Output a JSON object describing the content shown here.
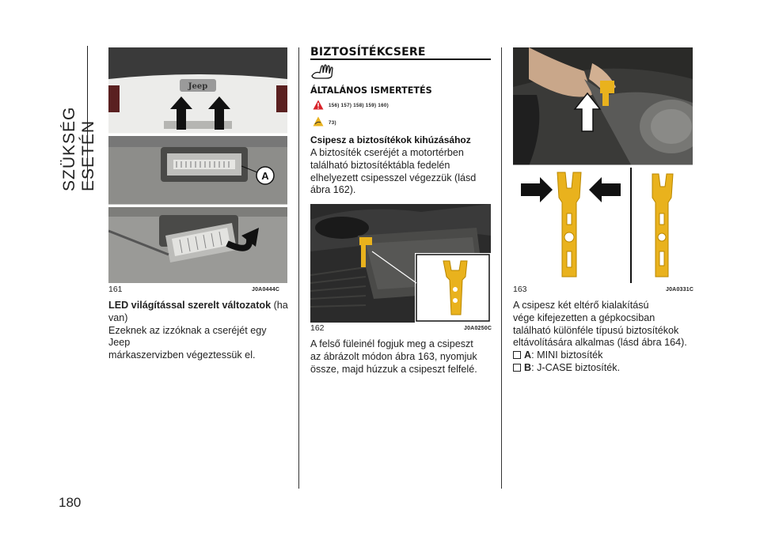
{
  "sidebar": {
    "section_title": "SZÜKSÉG ESETÉN",
    "page_number": "180"
  },
  "col1": {
    "figure": {
      "number": "161",
      "code": "J0A0444C",
      "label_a": "A",
      "badge_text": "Jeep"
    },
    "heading_bold": "LED világítással szerelt változatok",
    "heading_rest": " (ha van)",
    "paragraph": [
      "Ezeknek az izzóknak a cseréjét egy Jeep",
      "márkaszervizben végeztessük el."
    ]
  },
  "col2": {
    "title": "BIZTOSÍTÉKCSERE",
    "subtitle": "ÁLTALÁNOS ISMERTETÉS",
    "warning_refs": "156)  157)  158)  159)  160)",
    "note_refs": "73)",
    "subheading": "Csipesz a biztosítékok kihúzásához",
    "paragraph1": [
      "A biztosíték cseréjét a motortérben",
      "található biztosítéktábla fedelén",
      "elhelyezett csipesszel végezzük (lásd",
      "ábra 162)."
    ],
    "figure": {
      "number": "162",
      "code": "J0A0250C"
    },
    "paragraph2": [
      "A felső füleinél fogjuk meg a csipeszt",
      "az ábrázolt módon ábra 163, nyomjuk",
      "össze, majd húzzuk a csipeszt felfelé."
    ]
  },
  "col3": {
    "figure": {
      "number": "163",
      "code": "J0A0331C"
    },
    "paragraph": [
      "A csipesz két eltérő kialakítású",
      "vége kifejezetten a gépkocsiban",
      "található különféle típusú biztosítékok",
      "eltávolítására alkalmas (lásd ábra 164)."
    ],
    "bullets": [
      {
        "key": "A",
        "text": ": MINI biztosíték"
      },
      {
        "key": "B",
        "text": ": J-CASE biztosíték."
      }
    ]
  },
  "colors": {
    "fuse_yellow": "#e9b21d",
    "photo_dark": "#2a2a2a",
    "car_white": "#e8e8e6"
  }
}
